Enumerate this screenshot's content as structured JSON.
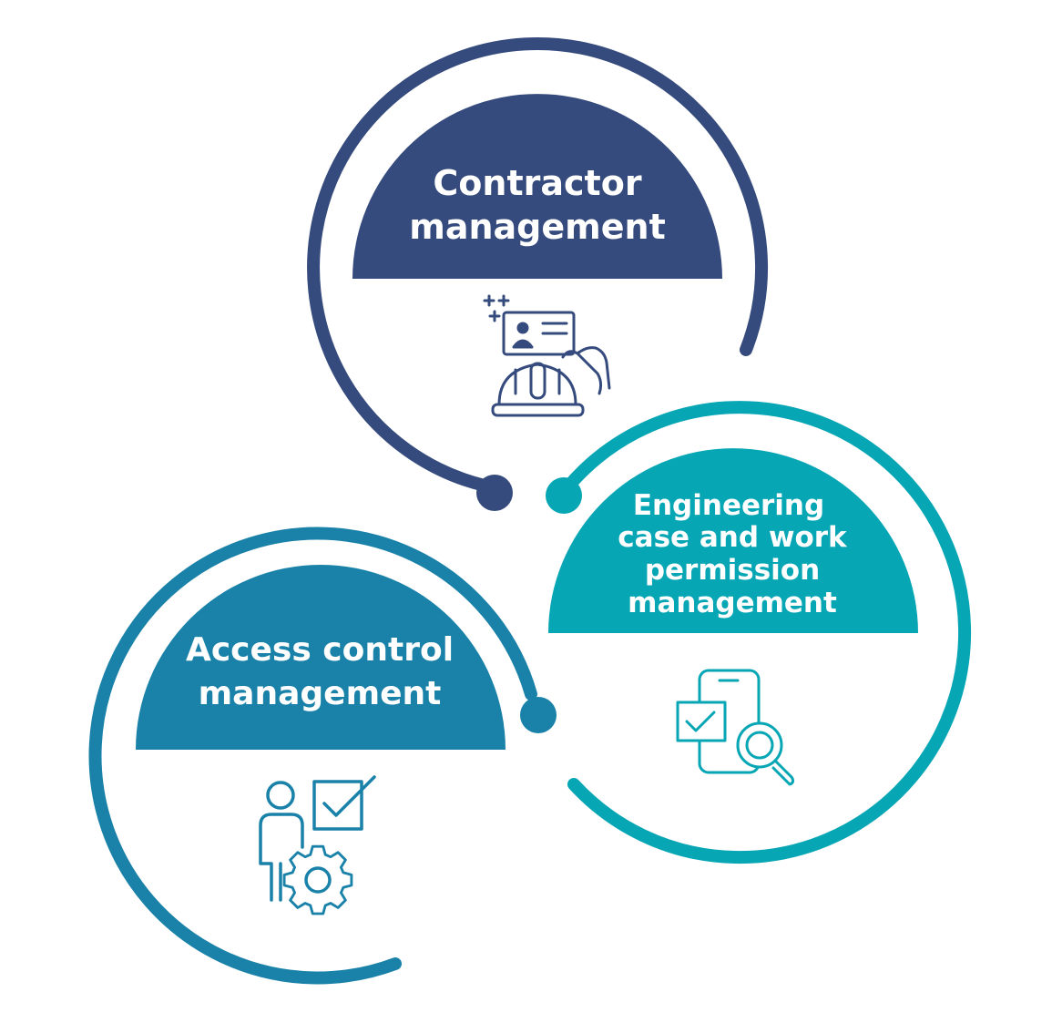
{
  "colors": {
    "contractor": "#364b7d",
    "engineering": "#07a6b5",
    "access": "#1a82a9"
  },
  "items": [
    {
      "lines": [
        "Contractor",
        "management"
      ],
      "icon": "id-card-hardhat-icon"
    },
    {
      "lines": [
        "Engineering",
        "case and work",
        "permission",
        "management"
      ],
      "icon": "phone-checklist-magnifier-icon"
    },
    {
      "lines": [
        "Access control",
        "management"
      ],
      "icon": "person-checkbox-gear-icon"
    }
  ]
}
